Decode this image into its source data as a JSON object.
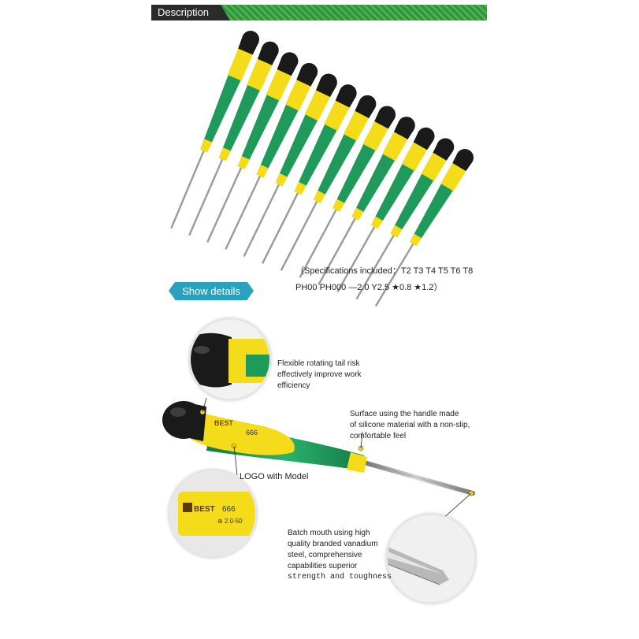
{
  "header": {
    "description_label": "Description"
  },
  "specifications": {
    "line1": "（Specifications included：T2  T3  T4  T5  T6  T8",
    "line2": "PH00  PH000  —2.0  Y2.5  ★0.8  ★1.2）"
  },
  "show_details_label": "Show details",
  "callouts": {
    "tail": [
      "Flexible rotating tail risk",
      "effectively improve work",
      "efficiency"
    ],
    "handle": [
      "Surface using the handle made",
      "of silicone material with a non-slip,",
      "comfortable feel"
    ],
    "logo": "LOGO with Model",
    "tip": [
      "Batch mouth using high",
      "quality branded vanadium",
      "steel, comprehensive",
      "capabilities superior",
      "strength and toughness"
    ]
  },
  "product_label": {
    "brand": "BEST",
    "model": "666",
    "size": "⊕ 2.0-50"
  },
  "colors": {
    "green": "#1f9a5a",
    "yellow": "#f4dc1a",
    "black": "#1a1a1a",
    "banner": "#2f9a35",
    "pill": "#2aa2bd"
  }
}
